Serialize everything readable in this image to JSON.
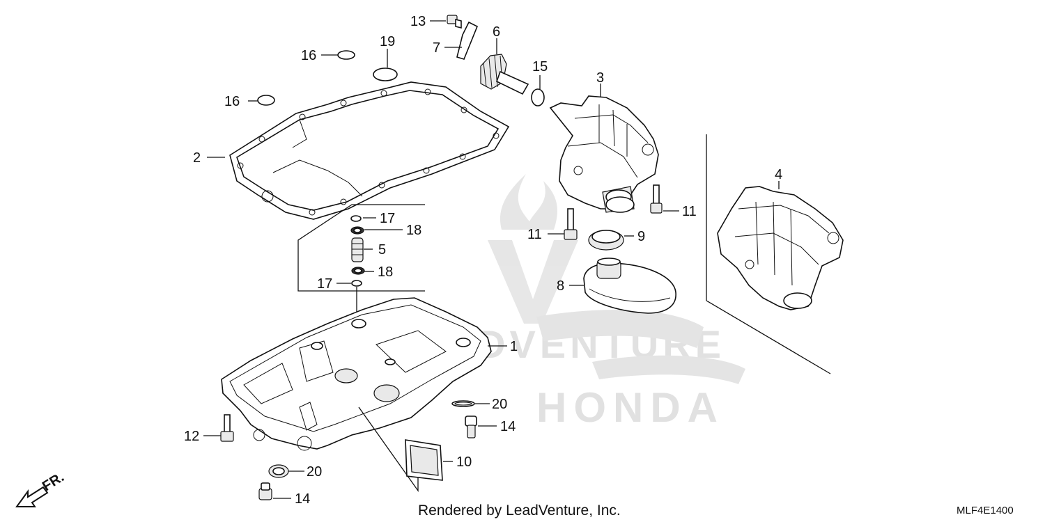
{
  "diagram": {
    "footer": "Rendered by LeadVenture, Inc.",
    "code": "MLF4E1400",
    "front_label": "FR.",
    "watermark": {
      "logo_text": "LEADVENTURE",
      "brand_text": "HONDA"
    },
    "callouts": {
      "c1": "1",
      "c2": "2",
      "c3": "3",
      "c4": "4",
      "c5": "5",
      "c6": "6",
      "c7": "7",
      "c8": "8",
      "c9": "9",
      "c10": "10",
      "c11a": "11",
      "c11b": "11",
      "c12": "12",
      "c13": "13",
      "c14a": "14",
      "c14b": "14",
      "c15": "15",
      "c16a": "16",
      "c16b": "16",
      "c17a": "17",
      "c17b": "17",
      "c18a": "18",
      "c18b": "18",
      "c19": "19",
      "c20a": "20",
      "c20b": "20"
    }
  }
}
